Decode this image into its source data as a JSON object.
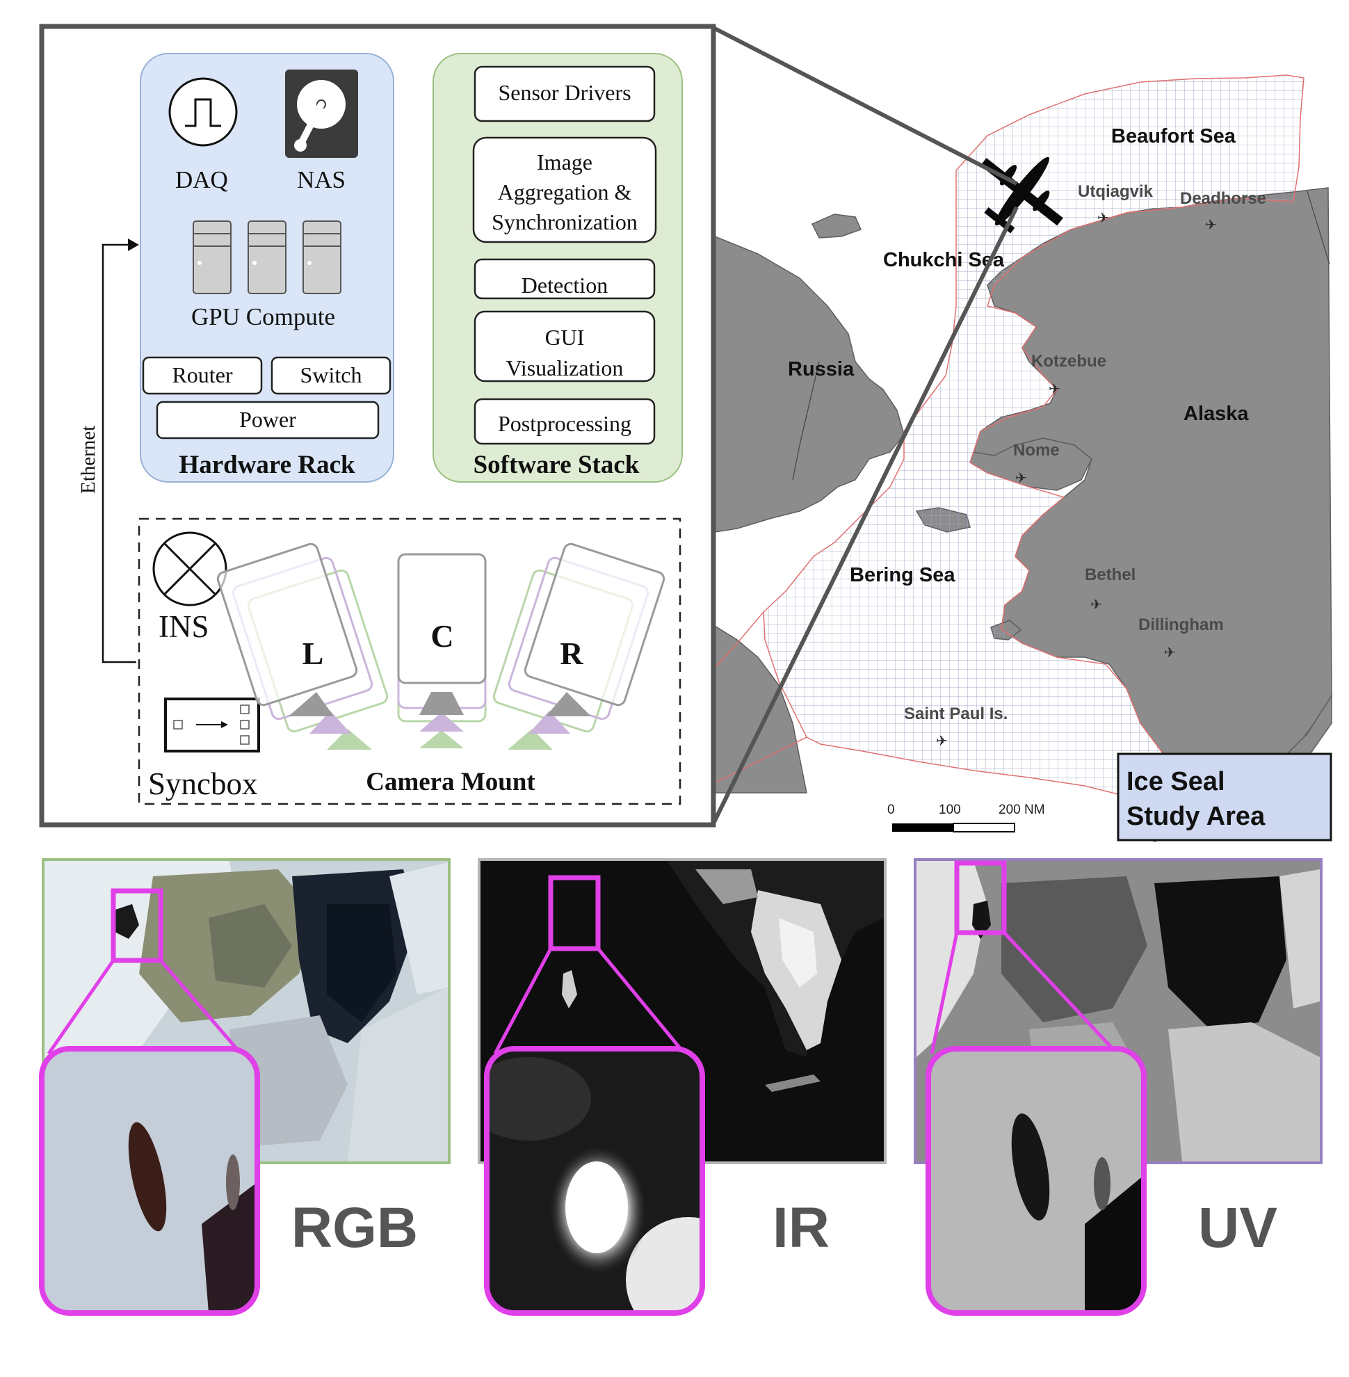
{
  "hardware_rack": {
    "title": "Hardware Rack",
    "daq_label": "DAQ",
    "nas_label": "NAS",
    "gpu_label": "GPU Compute",
    "router_label": "Router",
    "switch_label": "Switch",
    "power_label": "Power"
  },
  "software_stack": {
    "title": "Software Stack",
    "modules": [
      {
        "lines": [
          "Sensor Drivers"
        ]
      },
      {
        "lines": [
          "Image",
          "Aggregation &",
          "Synchronization"
        ]
      },
      {
        "lines": [
          "Detection"
        ]
      },
      {
        "lines": [
          "GUI",
          "Visualization"
        ]
      },
      {
        "lines": [
          "Postprocessing"
        ]
      }
    ]
  },
  "connection": {
    "label": "Ethernet"
  },
  "camera_mount": {
    "title": "Camera Mount",
    "ins_label": "INS",
    "syncbox_label": "Syncbox",
    "cameras": [
      "L",
      "C",
      "R"
    ]
  },
  "map": {
    "seas": [
      "Beaufort Sea",
      "Chukchi Sea",
      "Bering Sea"
    ],
    "regions": [
      "Russia",
      "Alaska"
    ],
    "towns": [
      "Utqiagvik",
      "Deadhorse",
      "Kotzebue",
      "Nome",
      "Bethel",
      "Dillingham",
      "Saint Paul Is."
    ],
    "scale_ticks": [
      "0",
      "100",
      "200 NM"
    ],
    "legend_lines": [
      "Ice Seal",
      "Study Area"
    ]
  },
  "imagery": {
    "panels": [
      {
        "label": "RGB",
        "border_color": "#9cbf84"
      },
      {
        "label": "IR",
        "border_color": "#b5b5b5"
      },
      {
        "label": "UV",
        "border_color": "#9580c0"
      }
    ],
    "highlight_color": "#e040e8"
  },
  "colors": {
    "hardware_fill": "#dae6f7",
    "software_fill": "#dfecd4",
    "land": "#8c8c8c",
    "grid": "#9aa8c8",
    "legend_fill": "#cfdaf2"
  }
}
